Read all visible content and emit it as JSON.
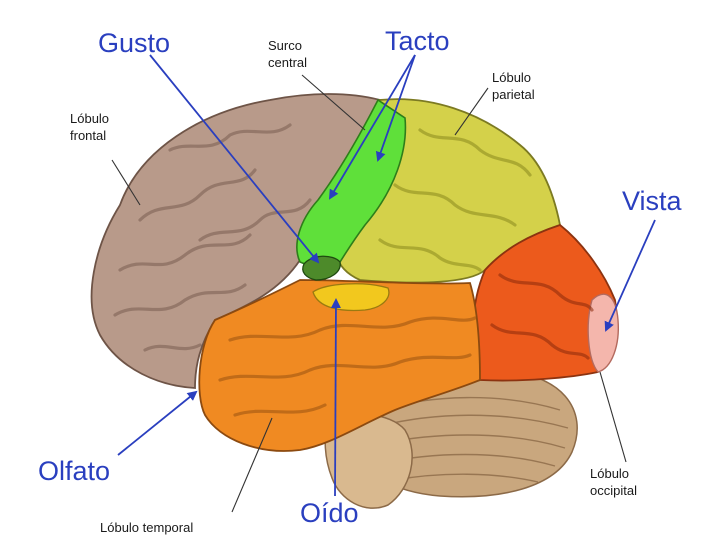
{
  "senses": {
    "gusto": "Gusto",
    "tacto": "Tacto",
    "vista": "Vista",
    "olfato": "Olfato",
    "oido": "Oído"
  },
  "regions": {
    "frontal_line1": "Lóbulo",
    "frontal_line2": "frontal",
    "surco_line1": "Surco",
    "surco_line2": "central",
    "parietal_line1": "Lóbulo",
    "parietal_line2": "parietal",
    "occipital_line1": "Lóbulo",
    "occipital_line2": "occipital",
    "temporal": "Lóbulo temporal"
  },
  "colors": {
    "frontal": "#b89a8a",
    "parietal": "#d4d14a",
    "motor_sensory_strip": "#5fe03a",
    "temporal": "#f08a22",
    "occipital": "#ec5a1c",
    "visual_cortex": "#f4b6ac",
    "auditory_area": "#f2c81e",
    "gustatory_area": "#4d8a2a",
    "cerebellum": "#c9a77e",
    "brainstem": "#d9b98f",
    "label_blue": "#2a3fbf"
  }
}
